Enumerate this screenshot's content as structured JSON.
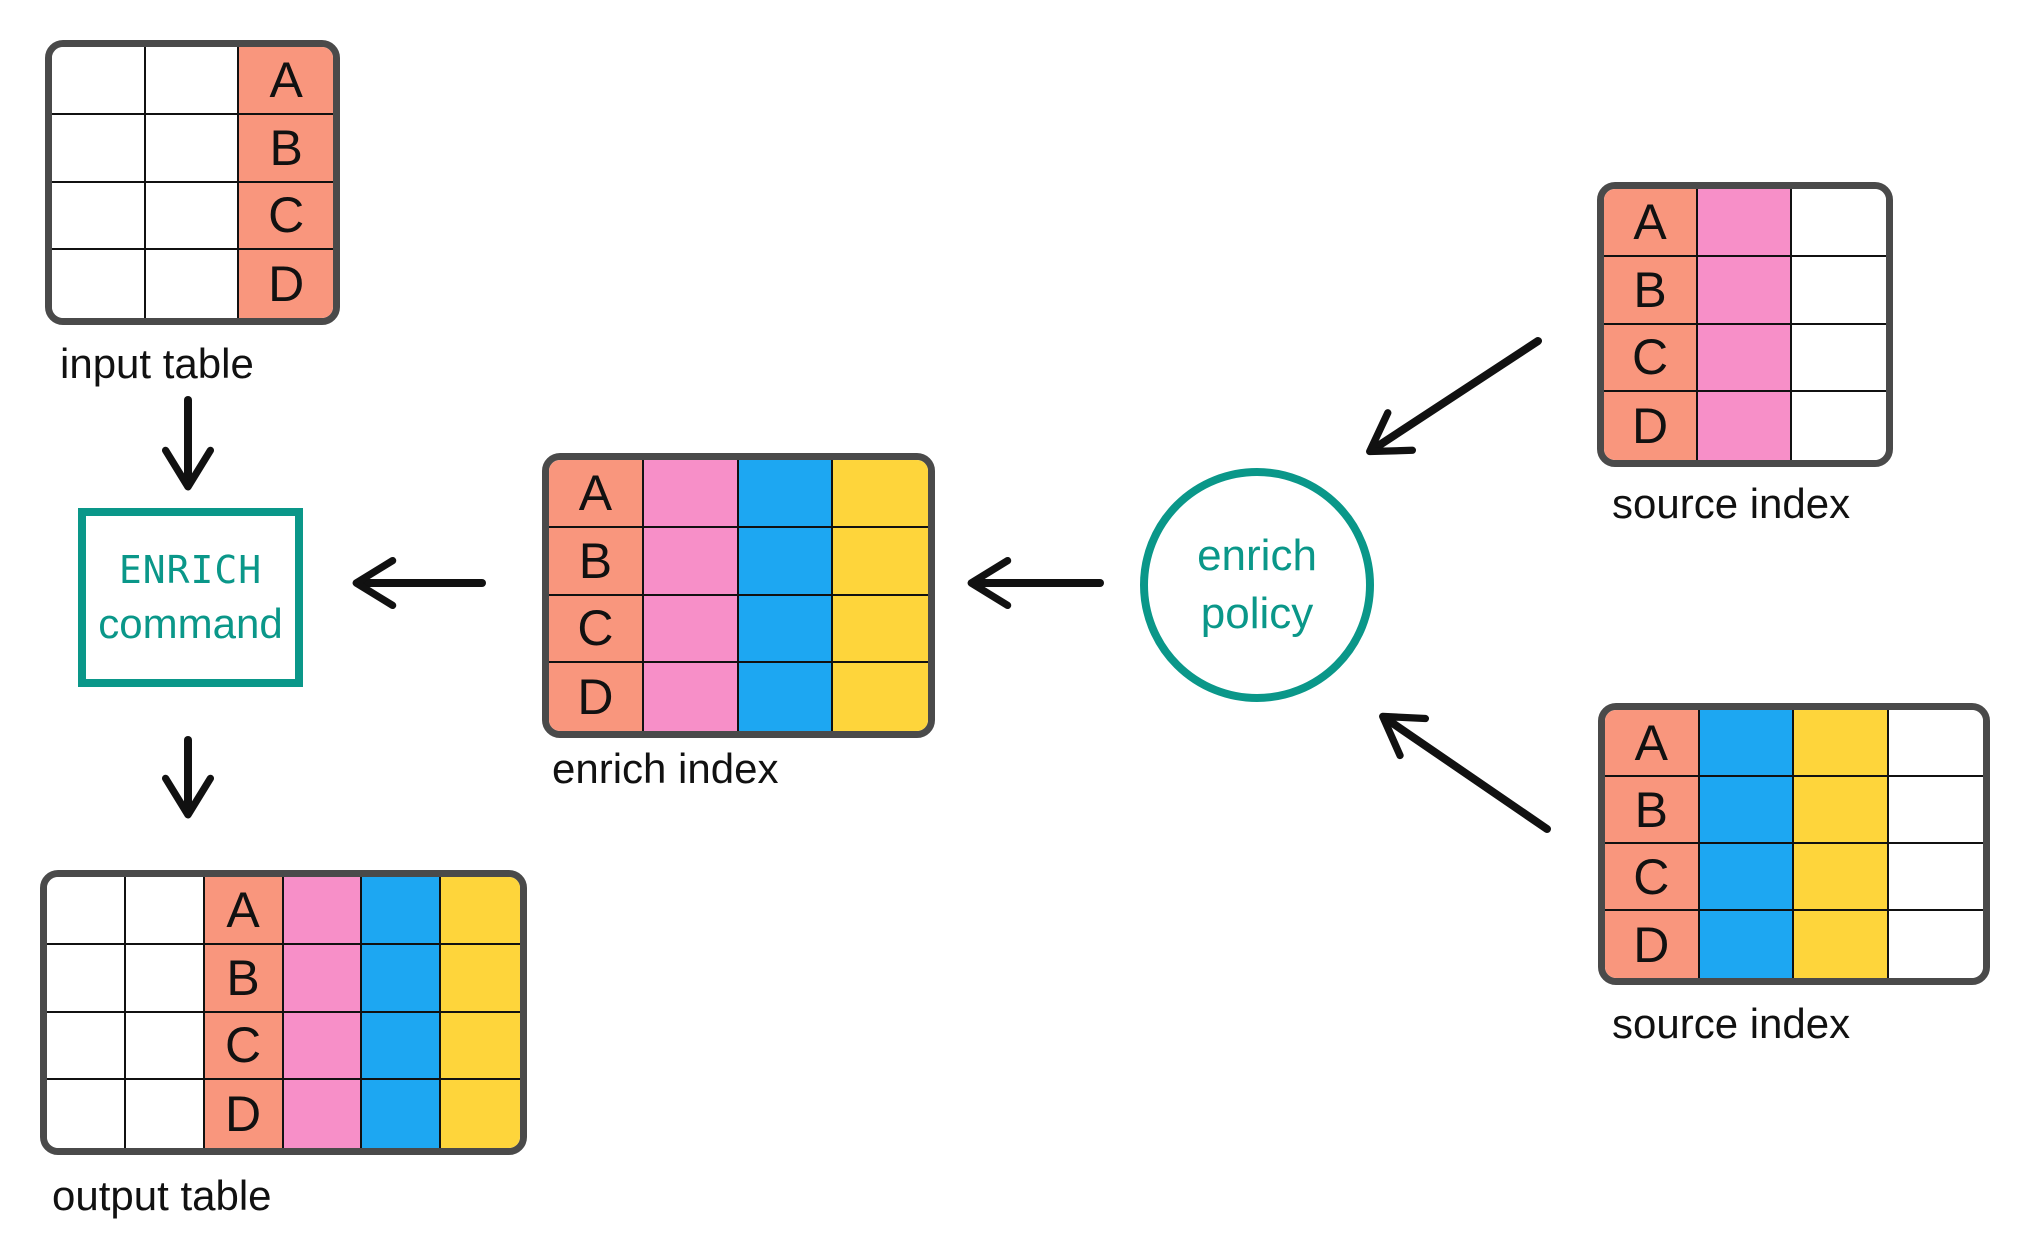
{
  "palette": {
    "salmon": "#F9967D",
    "pink": "#F78FC8",
    "blue": "#1DA7F2",
    "yellow": "#FED53B",
    "teal": "#0A9789",
    "table_border": "#4A4A4A",
    "ink": "#111111",
    "white": "#FFFFFF"
  },
  "nodes": {
    "input_table": {
      "label": "input table",
      "row_labels": [
        "A",
        "B",
        "C",
        "D"
      ],
      "columns": [
        {
          "color": "white",
          "labeled": false
        },
        {
          "color": "white",
          "labeled": false
        },
        {
          "color": "salmon",
          "labeled": true
        }
      ]
    },
    "enrich_command": {
      "line1": "ENRICH",
      "line2": "command"
    },
    "enrich_index": {
      "label": "enrich index",
      "row_labels": [
        "A",
        "B",
        "C",
        "D"
      ],
      "columns": [
        {
          "color": "salmon",
          "labeled": true
        },
        {
          "color": "pink",
          "labeled": false
        },
        {
          "color": "blue",
          "labeled": false
        },
        {
          "color": "yellow",
          "labeled": false
        }
      ]
    },
    "enrich_policy": {
      "line1": "enrich",
      "line2": "policy"
    },
    "source_index_top": {
      "label": "source index",
      "row_labels": [
        "A",
        "B",
        "C",
        "D"
      ],
      "columns": [
        {
          "color": "salmon",
          "labeled": true
        },
        {
          "color": "pink",
          "labeled": false
        },
        {
          "color": "white",
          "labeled": false
        }
      ]
    },
    "source_index_bottom": {
      "label": "source index",
      "row_labels": [
        "A",
        "B",
        "C",
        "D"
      ],
      "columns": [
        {
          "color": "salmon",
          "labeled": true
        },
        {
          "color": "blue",
          "labeled": false
        },
        {
          "color": "yellow",
          "labeled": false
        },
        {
          "color": "white",
          "labeled": false
        }
      ]
    },
    "output_table": {
      "label": "output table",
      "row_labels": [
        "A",
        "B",
        "C",
        "D"
      ],
      "columns": [
        {
          "color": "white",
          "labeled": false
        },
        {
          "color": "white",
          "labeled": false
        },
        {
          "color": "salmon",
          "labeled": true
        },
        {
          "color": "pink",
          "labeled": false
        },
        {
          "color": "blue",
          "labeled": false
        },
        {
          "color": "yellow",
          "labeled": false
        }
      ]
    }
  },
  "edges": [
    {
      "from": "input table",
      "to": "ENRICH command"
    },
    {
      "from": "ENRICH command",
      "to": "output table"
    },
    {
      "from": "enrich index",
      "to": "ENRICH command"
    },
    {
      "from": "enrich policy",
      "to": "enrich index"
    },
    {
      "from": "source index (top)",
      "to": "enrich policy"
    },
    {
      "from": "source index (bottom)",
      "to": "enrich policy"
    }
  ]
}
